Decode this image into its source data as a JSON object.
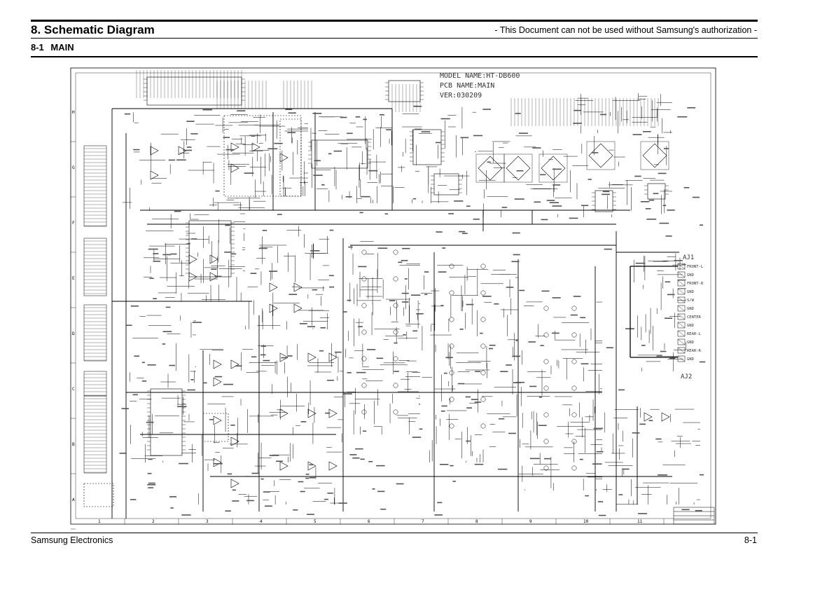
{
  "header": {
    "title": "8. Schematic Diagram",
    "notice": "- This Document can not be used without Samsung's authorization -",
    "section": "8-1   MAIN"
  },
  "schematic": {
    "model_line": "MODEL NAME:HT-DB600",
    "pcb_line": "PCB NAME:MAIN",
    "ver_line": "VER:030209",
    "column_labels": [
      "1",
      "2",
      "3",
      "4",
      "5",
      "6",
      "7",
      "8",
      "9",
      "10",
      "11"
    ],
    "row_labels": [
      "H",
      "G",
      "F",
      "E",
      "D",
      "C",
      "B",
      "A"
    ],
    "connector_top": "AJ1",
    "connector_bottom": "AJ2",
    "outputs": [
      "FRONT-L",
      "GND",
      "FRONT-R",
      "GND",
      "S/W",
      "GND",
      "CENTER",
      "GND",
      "REAR-L",
      "GND",
      "REAR-R",
      "GND"
    ]
  },
  "footer": {
    "company": "Samsung Electronics",
    "page": "8-1"
  }
}
